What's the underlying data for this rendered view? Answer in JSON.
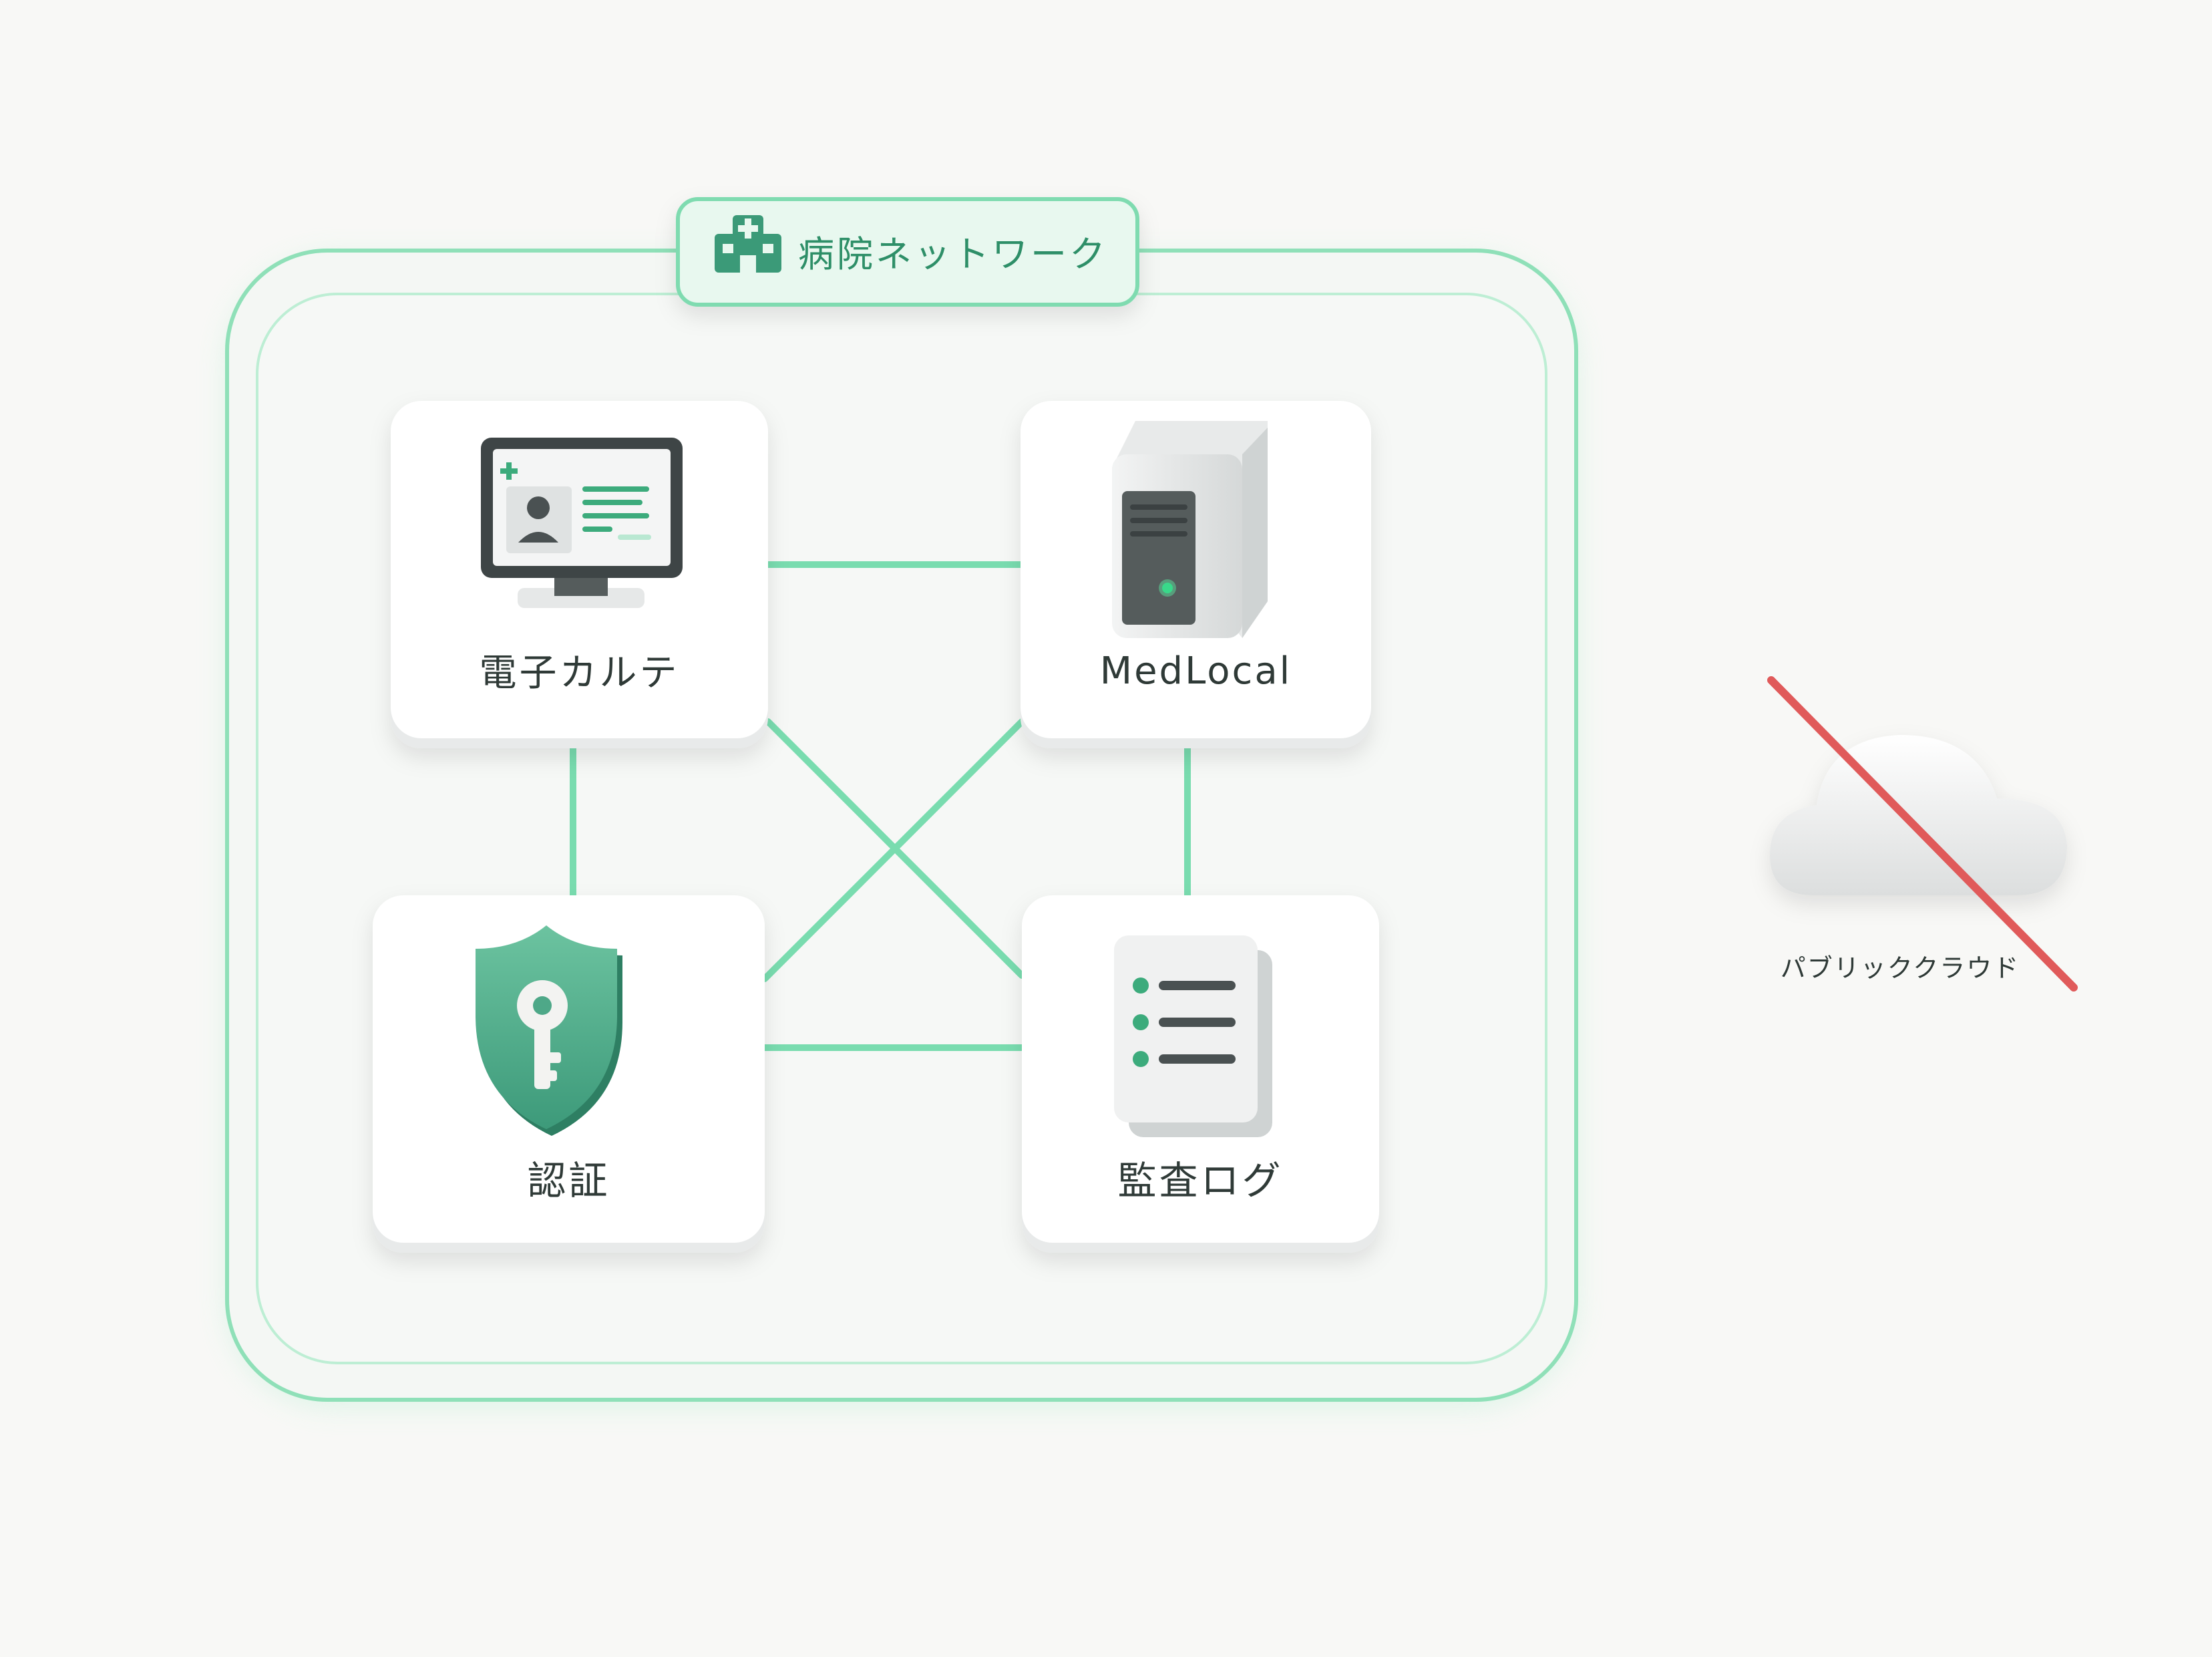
{
  "network": {
    "label": "病院ネットワーク",
    "icon": "hospital-icon",
    "accent_color": "#6fd7a6",
    "badge_text_color": "#2e8f68"
  },
  "nodes": [
    {
      "id": "emr",
      "label": "電子カルテ",
      "icon": "monitor-medical-record-icon"
    },
    {
      "id": "server",
      "label": "MedLocal",
      "icon": "server-icon"
    },
    {
      "id": "auth",
      "label": "認証",
      "icon": "shield-key-icon"
    },
    {
      "id": "audit",
      "label": "監査ログ",
      "icon": "document-list-icon"
    }
  ],
  "external": {
    "label": "パブリッククラウド",
    "icon": "cloud-icon",
    "blocked": true,
    "block_color": "#e05a5a"
  }
}
